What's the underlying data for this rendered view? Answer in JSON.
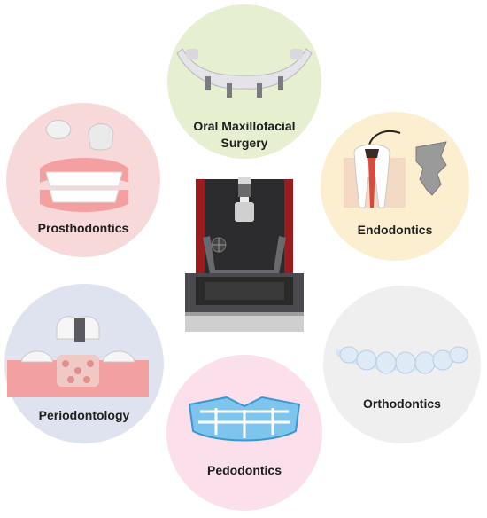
{
  "specialties": {
    "oral_surgery": {
      "line1": "Oral Maxillofacial",
      "line2": "Surgery",
      "color": "#e6efcf"
    },
    "prosthodontics": {
      "label": "Prosthodontics",
      "color": "#f8d9d9"
    },
    "endodontics": {
      "label": "Endodontics",
      "color": "#fbefd0"
    },
    "periodontology": {
      "label": "Periodontology",
      "color": "#dfe3f0"
    },
    "orthodontics": {
      "label": "Orthodontics",
      "color": "#efefef"
    },
    "pedodontics": {
      "label": "Pedodontics",
      "color": "#fbdfea"
    }
  },
  "icons": {
    "center": "3d-printer-icon",
    "oral_surgery": "implant-bridge-icon",
    "prosthodontics": "denture-icon",
    "endodontics": "root-canal-file-icon",
    "periodontology": "bone-graft-implant-icon",
    "orthodontics": "clear-aligner-icon",
    "pedodontics": "mouthguard-icon"
  }
}
